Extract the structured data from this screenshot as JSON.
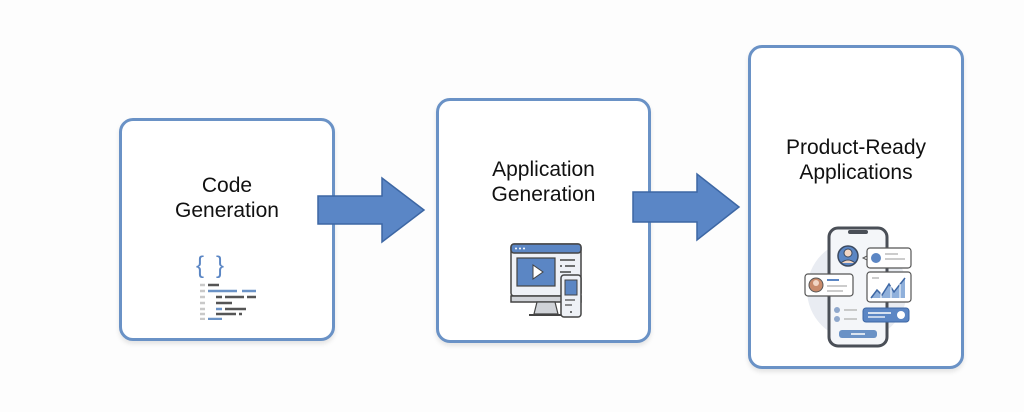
{
  "diagram": {
    "steps": [
      {
        "line1": "Code",
        "line2": "Generation",
        "icon": "code-icon"
      },
      {
        "line1": "Application",
        "line2": "Generation",
        "icon": "monitor-mobile-icon"
      },
      {
        "line1": "Product-Ready",
        "line2": "Applications",
        "icon": "mobile-app-icon"
      }
    ],
    "arrows": [
      "arrow-right",
      "arrow-right"
    ],
    "colors": {
      "accent": "#5b86c4",
      "border": "#6a92c6",
      "arrow_fill": "#5a86c6",
      "arrow_stroke": "#3d67a4",
      "text": "#111111"
    }
  }
}
